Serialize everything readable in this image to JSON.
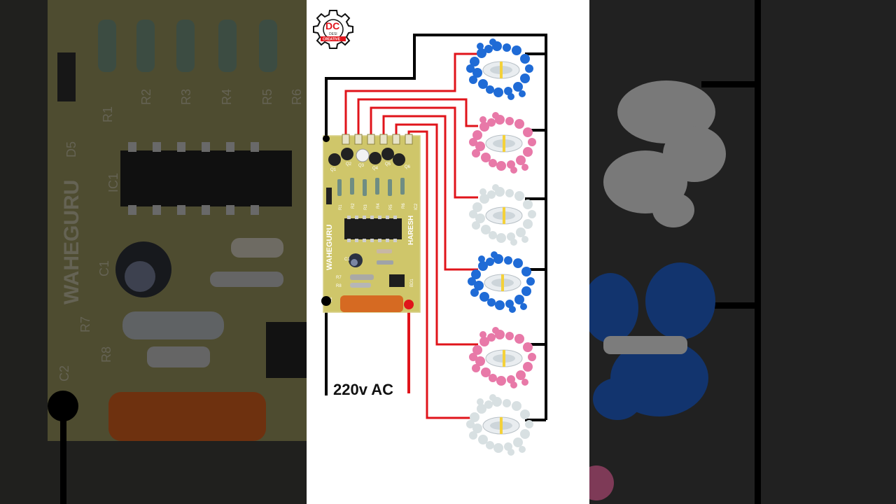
{
  "logo": {
    "letters": "DC",
    "small_text": "DESI",
    "banner": "CREATIVE"
  },
  "pcb": {
    "name_vertical": "WAHEGURU",
    "name_right": "HARESH",
    "transistor_labels": [
      "Q1",
      "Q2",
      "Q3",
      "Q4",
      "Q5",
      "Q6"
    ],
    "resistor_labels": [
      "R1",
      "R2",
      "R3",
      "R4",
      "R5",
      "R6"
    ],
    "ic_label": "IC2",
    "ic1_label": "IC1",
    "cap_labels": {
      "c1": "C1",
      "c2": "C2"
    },
    "other_labels": {
      "d5": "D5",
      "r7": "R7",
      "r8": "R8",
      "bd1": "BD1"
    }
  },
  "supply_label": "220v AC",
  "led_bunches": [
    {
      "color": "blue"
    },
    {
      "color": "pink"
    },
    {
      "color": "white"
    },
    {
      "color": "blue"
    },
    {
      "color": "pink"
    },
    {
      "color": "white"
    }
  ],
  "colors": {
    "wire_black": "#000000",
    "wire_red": "#e0141b",
    "pcb": "#cfc66a",
    "led_blue": "#1f6bd6",
    "led_pink": "#e879a8",
    "led_white": "#d8e0e2"
  }
}
